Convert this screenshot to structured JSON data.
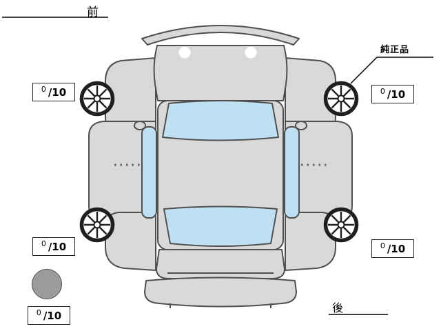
{
  "labels": {
    "front": "前",
    "rear": "後",
    "genuine_part": "純正品"
  },
  "tires": {
    "front_left": {
      "value": "0",
      "denom": "/10"
    },
    "front_right": {
      "value": "0",
      "denom": "/10"
    },
    "rear_left": {
      "value": "0",
      "denom": "/10"
    },
    "rear_right": {
      "value": "0",
      "denom": "/10"
    },
    "spare": {
      "value": "0",
      "denom": "/10"
    }
  },
  "colors": {
    "body": "#d9d9d9",
    "glass": "#bfe0f2",
    "outline": "#4f4f4f",
    "wheel": "#1f1f1f",
    "spare_tire": "#9c9c9c",
    "background": "#ffffff",
    "text": "#000000"
  }
}
